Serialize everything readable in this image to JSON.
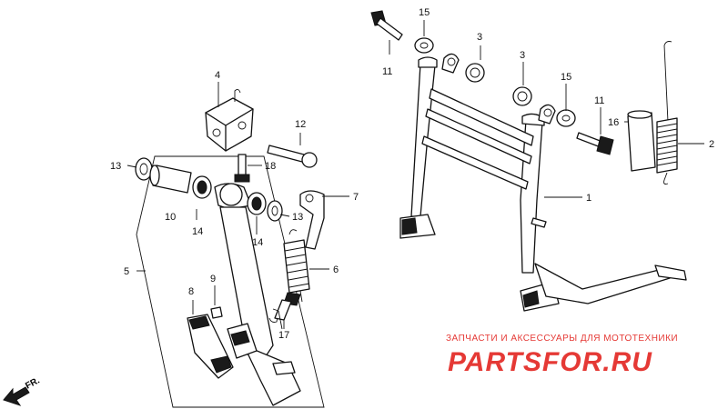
{
  "callouts": [
    {
      "id": "c1",
      "text": "1"
    },
    {
      "id": "c2",
      "text": "2"
    },
    {
      "id": "c3a",
      "text": "3"
    },
    {
      "id": "c3b",
      "text": "3"
    },
    {
      "id": "c4",
      "text": "4"
    },
    {
      "id": "c5",
      "text": "5"
    },
    {
      "id": "c6",
      "text": "6"
    },
    {
      "id": "c7",
      "text": "7"
    },
    {
      "id": "c8",
      "text": "8"
    },
    {
      "id": "c9",
      "text": "9"
    },
    {
      "id": "c10",
      "text": "10"
    },
    {
      "id": "c11a",
      "text": "11"
    },
    {
      "id": "c11b",
      "text": "11"
    },
    {
      "id": "c12",
      "text": "12"
    },
    {
      "id": "c13a",
      "text": "13"
    },
    {
      "id": "c13b",
      "text": "13"
    },
    {
      "id": "c14a",
      "text": "14"
    },
    {
      "id": "c14b",
      "text": "14"
    },
    {
      "id": "c15a",
      "text": "15"
    },
    {
      "id": "c15b",
      "text": "15"
    },
    {
      "id": "c16",
      "text": "16"
    },
    {
      "id": "c17",
      "text": "17"
    },
    {
      "id": "c18",
      "text": "18"
    }
  ],
  "direction": {
    "text": "FR.",
    "icon": "front-arrow-icon"
  },
  "watermark": {
    "tagline": "ЗАПЧАСТИ И АКСЕССУАРЫ ДЛЯ МОТОТЕХНИКИ",
    "brand": "PARTSFOR.RU",
    "color": "#e53935"
  }
}
